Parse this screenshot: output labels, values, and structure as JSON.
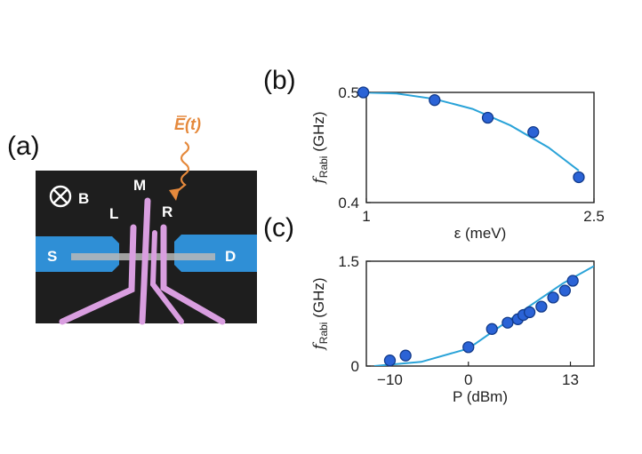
{
  "panel_labels": {
    "a": "(a)",
    "b": "(b)",
    "c": "(c)"
  },
  "device": {
    "field_label": "E(t)",
    "magnetic_field_symbol": "⊗",
    "magnetic_field_label": "B",
    "gate_labels": {
      "left": "L",
      "middle": "M",
      "right": "R"
    },
    "source_label": "S",
    "drain_label": "D",
    "colors": {
      "background": "#1e1e1e",
      "electrode": "#2f8fd6",
      "gates": "#d99ee0",
      "field_arrow": "#e5893c"
    }
  },
  "chart_data": [
    {
      "type": "scatter",
      "panel": "(b)",
      "ylabel_main": "f",
      "ylabel_sub": "Rabi",
      "ylabel_unit": "(GHz)",
      "xlabel": "ε (meV)",
      "xlim": [
        1,
        2.5
      ],
      "ylim": [
        0.4,
        0.5
      ],
      "xticks": [
        1,
        2.5
      ],
      "yticks": [
        0.4,
        0.5
      ],
      "xtick_labels": [
        "1",
        "2.5"
      ],
      "ytick_labels": [
        "0.4",
        "0.5"
      ],
      "points": [
        {
          "x": 0.98,
          "y": 0.5
        },
        {
          "x": 1.45,
          "y": 0.493
        },
        {
          "x": 1.8,
          "y": 0.477
        },
        {
          "x": 2.1,
          "y": 0.464
        },
        {
          "x": 2.4,
          "y": 0.423
        }
      ],
      "fit": {
        "x": [
          0.95,
          1.2,
          1.45,
          1.7,
          1.95,
          2.2,
          2.4
        ],
        "y": [
          0.5,
          0.499,
          0.494,
          0.485,
          0.47,
          0.45,
          0.429
        ]
      },
      "marker_color": "#2b63d6",
      "fit_color": "#2aa3d8"
    },
    {
      "type": "scatter",
      "panel": "(c)",
      "ylabel_main": "f",
      "ylabel_sub": "Rabi",
      "ylabel_unit": "(GHz)",
      "xlabel": "P (dBm)",
      "xlim": [
        -13,
        16
      ],
      "ylim": [
        0,
        1.5
      ],
      "xticks": [
        -10,
        0,
        13
      ],
      "yticks": [
        0,
        1.5
      ],
      "xtick_labels": [
        "−10",
        "0",
        "13"
      ],
      "ytick_labels": [
        "0",
        "1.5"
      ],
      "points": [
        {
          "x": -10,
          "y": 0.08
        },
        {
          "x": -8,
          "y": 0.15
        },
        {
          "x": 0,
          "y": 0.27
        },
        {
          "x": 3,
          "y": 0.53
        },
        {
          "x": 5,
          "y": 0.62
        },
        {
          "x": 6.3,
          "y": 0.67
        },
        {
          "x": 7,
          "y": 0.73
        },
        {
          "x": 7.8,
          "y": 0.77
        },
        {
          "x": 9.3,
          "y": 0.85
        },
        {
          "x": 10.8,
          "y": 0.98
        },
        {
          "x": 12.3,
          "y": 1.08
        },
        {
          "x": 13.3,
          "y": 1.22
        }
      ],
      "fit": {
        "x": [
          -12,
          -6,
          0,
          6,
          12,
          16
        ],
        "y": [
          0.0,
          0.06,
          0.25,
          0.72,
          1.18,
          1.43
        ]
      },
      "marker_color": "#2b63d6",
      "fit_color": "#2aa3d8"
    }
  ]
}
